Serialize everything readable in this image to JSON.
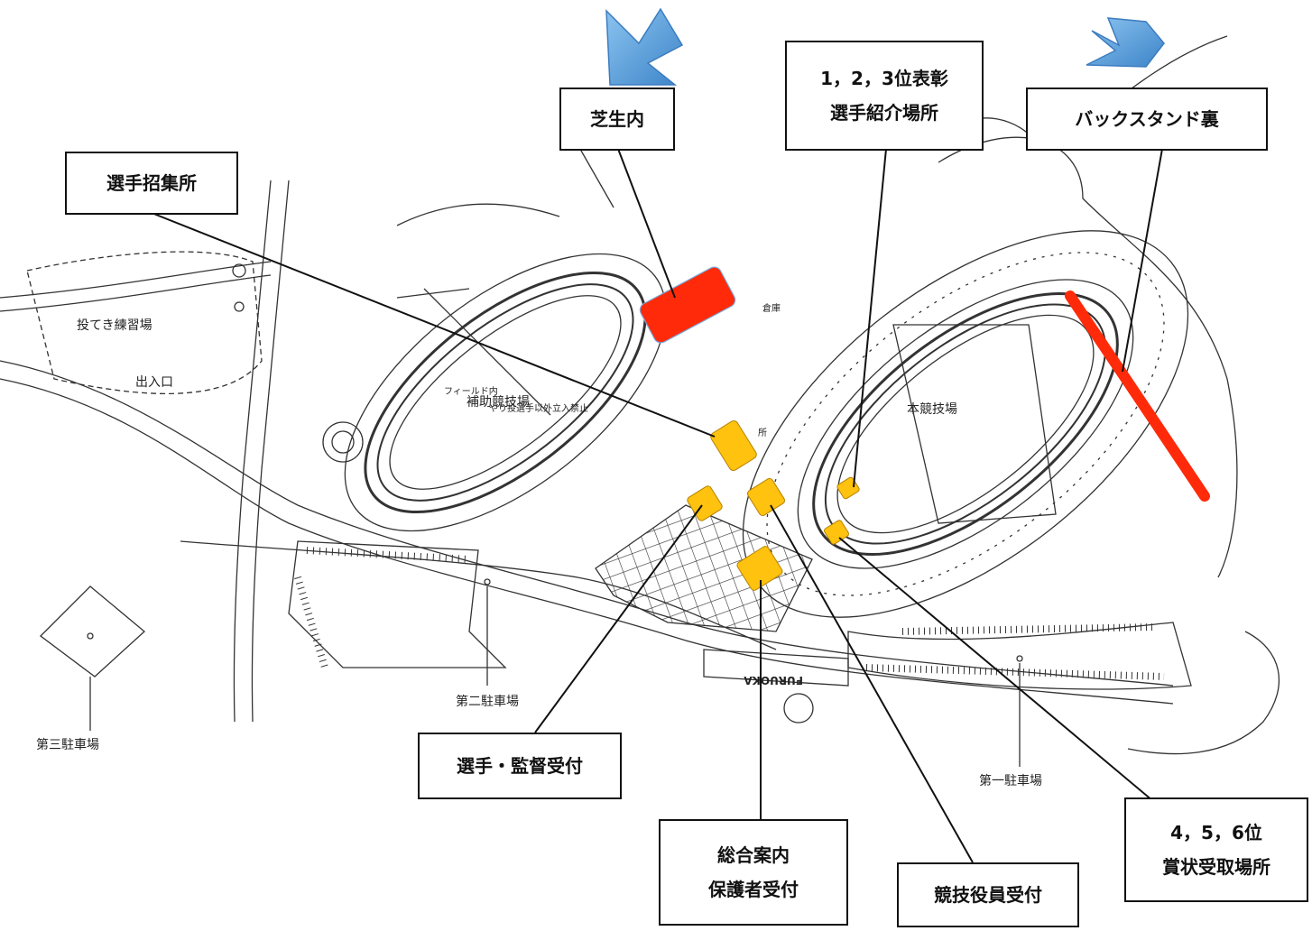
{
  "map": {
    "labels": {
      "throwing_practice": "投てき練習場",
      "entrance": "出入口",
      "aux_stadium": "補助競技場",
      "aux_field": "フィールド内",
      "javelin_notice": "やり投選手以外立入禁止",
      "main_stadium": "本競技場",
      "parking_1": "第一駐車場",
      "parking_2": "第二駐車場",
      "parking_3": "第三駐車場",
      "storage": "倉庫",
      "place": "所",
      "furuoka": "FURUOKA"
    }
  },
  "callouts": {
    "lawn": "芝生内",
    "podium": [
      "1，2，3位表彰",
      "選手紹介場所"
    ],
    "backstand": "バックスタンド裏",
    "call_room": "選手招集所",
    "athlete_reception": "選手・監督受付",
    "general_info": [
      "総合案内",
      "保護者受付"
    ],
    "officials": "競技役員受付",
    "award_456": [
      "4，5，6位",
      "賞状受取場所"
    ]
  },
  "colors": {
    "highlight_red": "#ff2a0a",
    "highlight_yellow": "#ffc20e",
    "arrow_blue": "#5aa0dc",
    "line_black": "#111111"
  }
}
